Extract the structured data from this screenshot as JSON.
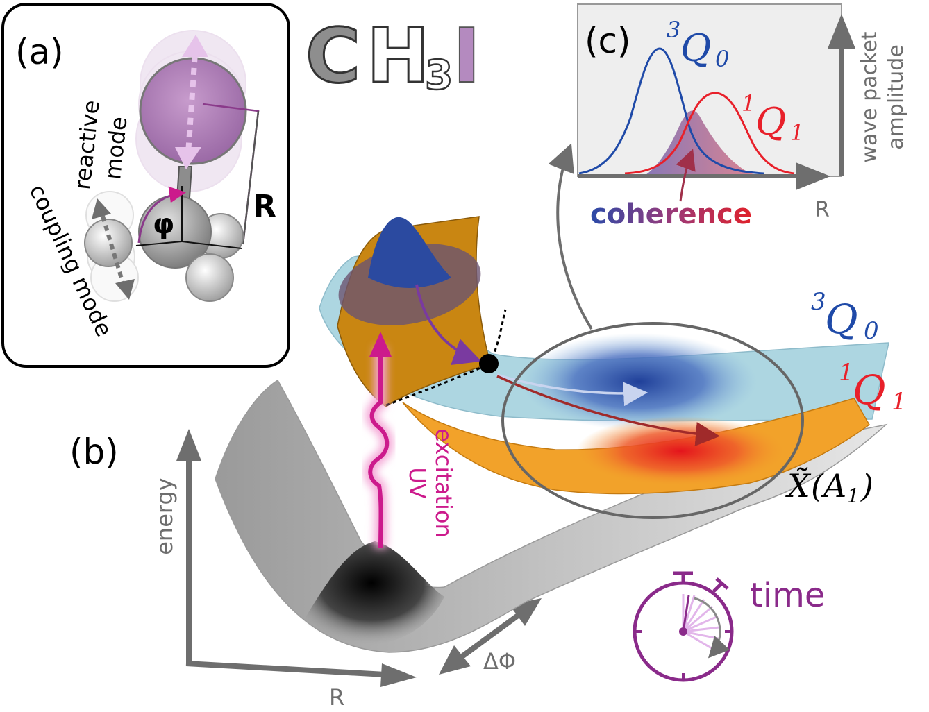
{
  "formula": {
    "C": "C",
    "H": "H",
    "sub": "3",
    "I": "I"
  },
  "panel_a": {
    "label": "(a)",
    "reactive_mode_line1": "reactive",
    "reactive_mode_line2": "mode",
    "coupling_mode": "coupling mode",
    "phi": "φ",
    "R": "R"
  },
  "panel_b": {
    "label": "(b)",
    "energy": "energy",
    "R": "R",
    "delta_phi": "ΔΦ",
    "uv_line1": "UV",
    "uv_line2": "excitation",
    "state_3q0": {
      "sup": "3",
      "base": "Q",
      "sub": "0"
    },
    "state_1q1": {
      "sup": "1",
      "base": "Q",
      "sub": "1"
    },
    "state_x": {
      "base": "X̃",
      "open": "(",
      "inner": "A",
      "inner_sub": "1",
      "close": ")"
    },
    "time": "time"
  },
  "panel_c": {
    "label": "(c)",
    "curve_3q0": {
      "sup": "3",
      "base": "Q",
      "sub": "0"
    },
    "curve_1q1": {
      "sup": "1",
      "base": "Q",
      "sub": "1"
    },
    "coherence": "coherence",
    "R": "R",
    "amplitude_line1": "wave packet",
    "amplitude_line2": "amplitude"
  },
  "colors": {
    "blue": "#1f4aa8",
    "red": "#e8202a",
    "magenta": "#cc1a8c",
    "purple": "#8a2a8a",
    "orange": "#d98a1a",
    "lightblue": "#a9d4e0",
    "gray": "#6e6e6e",
    "iodine": "#b48abf"
  }
}
